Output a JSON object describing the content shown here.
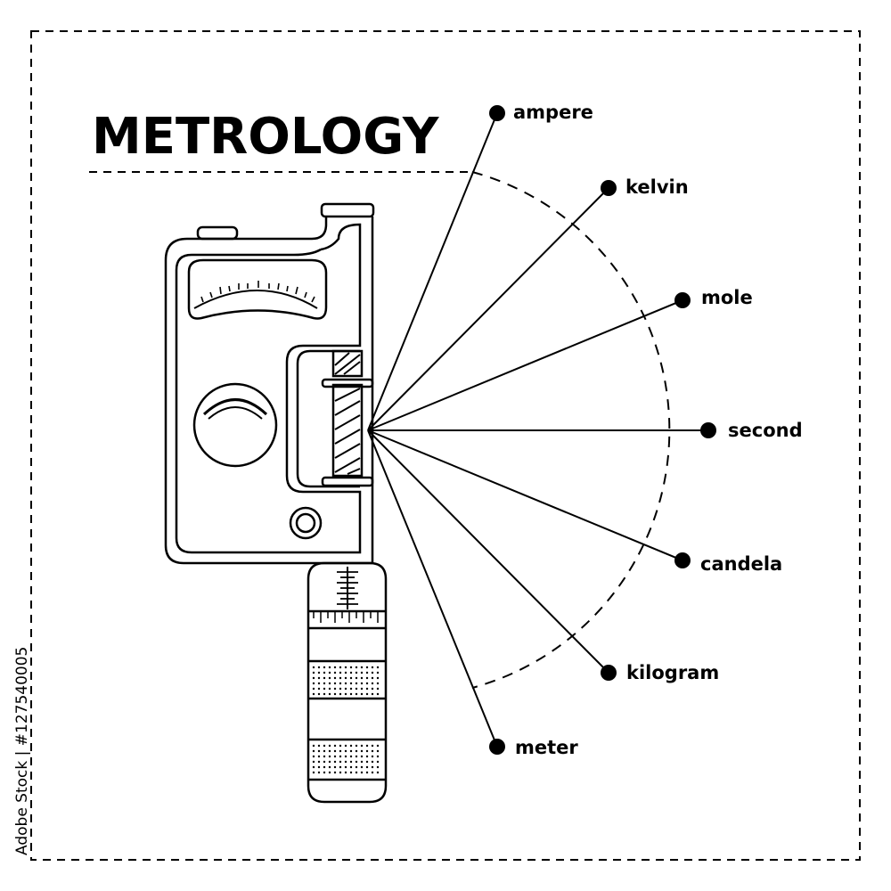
{
  "title": "METROLOGY",
  "units": [
    {
      "label": "ampere"
    },
    {
      "label": "kelvin"
    },
    {
      "label": "mole"
    },
    {
      "label": "second"
    },
    {
      "label": "candela"
    },
    {
      "label": "kilogram"
    },
    {
      "label": "meter"
    }
  ],
  "stock_id": "Adobe Stock | #127540005",
  "colors": {
    "ink": "#000000",
    "background": "#ffffff"
  }
}
